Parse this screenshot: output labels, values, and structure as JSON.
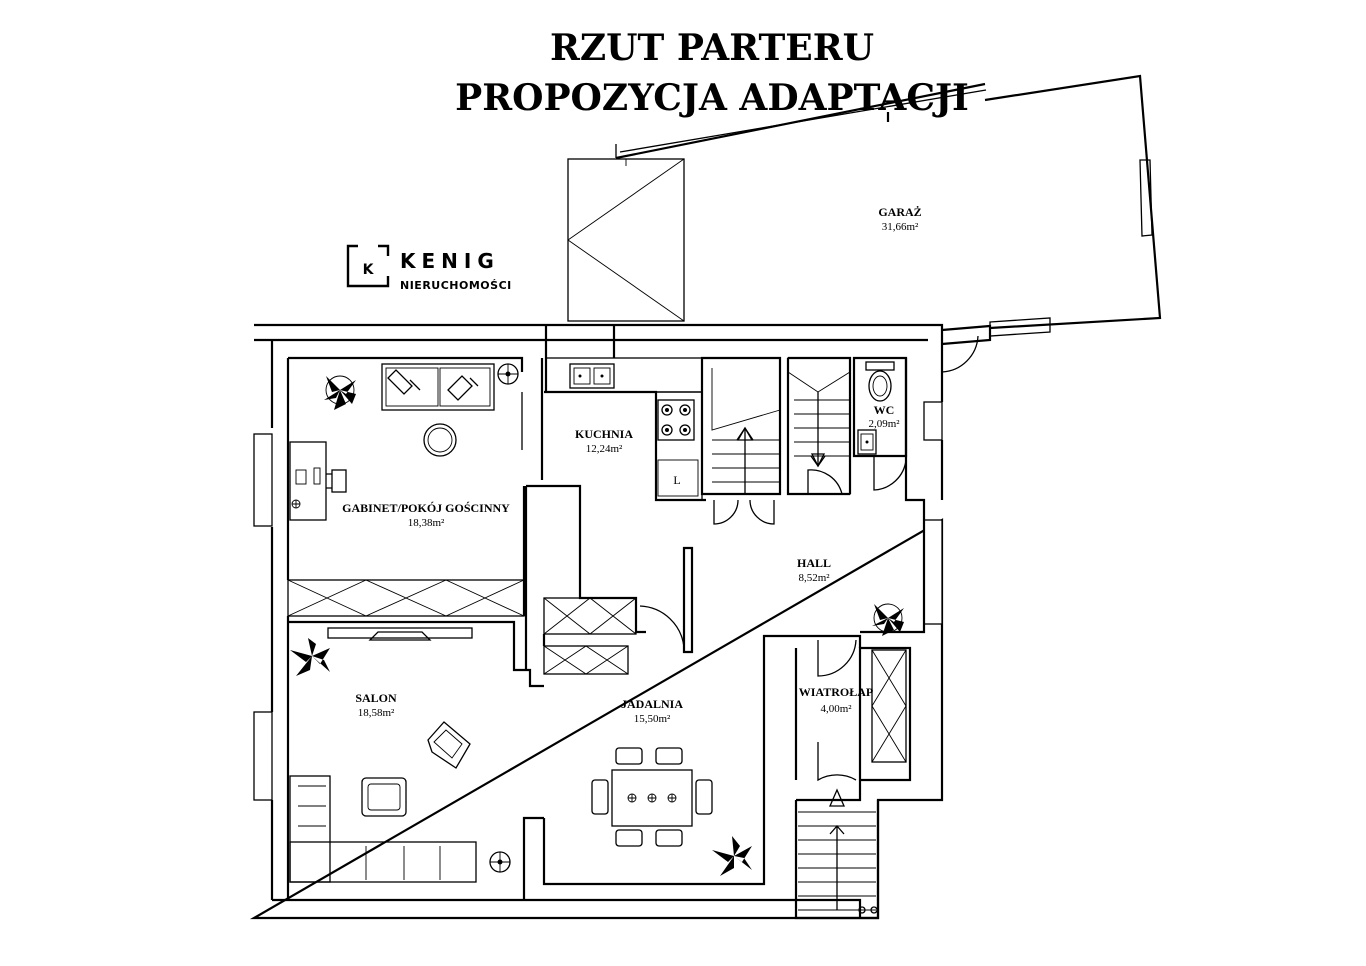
{
  "title": {
    "line1": "RZUT PARTERU",
    "line2": "PROPOZYCJA ADAPTACJI"
  },
  "logo": {
    "mark_letter": "K",
    "brand": "KENIG",
    "subtitle": "NIERUCHOMOŚCI"
  },
  "rooms": {
    "garaz": {
      "name": "GARAŻ",
      "area": "31,66m²"
    },
    "kuchnia": {
      "name": "KUCHNIA",
      "area": "12,24m²"
    },
    "wc": {
      "name": "WC",
      "area": "2,09m²"
    },
    "gabinet": {
      "name": "GABINET/POKÓJ GOŚCINNY",
      "area": "18,38m²"
    },
    "hall": {
      "name": "HALL",
      "area": "8,52m²"
    },
    "salon": {
      "name": "SALON",
      "area": "18,58m²"
    },
    "jadalnia": {
      "name": "JADALNIA",
      "area": "15,50m²"
    },
    "wiatrolap": {
      "name": "WIATROŁAP",
      "area": "4,00m²"
    }
  },
  "fixtures": {
    "fridge_label": "L"
  },
  "icons": [
    "plant-icon",
    "sofa-icon",
    "desk-icon",
    "armchair-icon",
    "dining-table-icon",
    "toilet-icon",
    "sink-icon",
    "stove-icon",
    "stairs-icon",
    "door-icon",
    "tv-icon",
    "lamp-icon"
  ]
}
